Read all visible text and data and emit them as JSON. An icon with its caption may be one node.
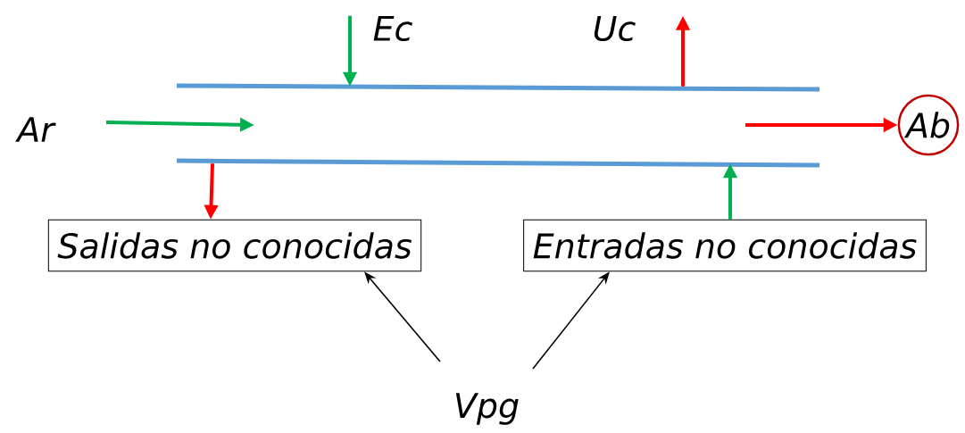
{
  "diagram": {
    "nodes": [
      {
        "text": [
          "Ec"
        ]
      },
      {
        "text": [
          "Uc"
        ]
      },
      {
        "text": [
          "Ar"
        ]
      },
      {
        "text": [],
        "shape": "pipe"
      },
      {
        "text": [
          "Ab"
        ]
      },
      {
        "text": [
          "Salidas no conocidas"
        ]
      },
      {
        "text": [
          "Entradas no conocidas"
        ]
      },
      {
        "text": [
          "Vpg"
        ]
      }
    ],
    "edges": [
      {
        "from": 0,
        "to": 3,
        "arrow": "to",
        "color": "#00b050"
      },
      {
        "from": 3,
        "to": 1,
        "arrow": "to",
        "color": "#ff0000"
      },
      {
        "from": 2,
        "to": 3,
        "arrow": "to",
        "color": "#00b050"
      },
      {
        "from": 3,
        "to": 4,
        "arrow": "to",
        "color": "#ff0000"
      },
      {
        "from": 3,
        "to": 5,
        "arrow": "to",
        "color": "#ff0000"
      },
      {
        "from": 6,
        "to": 3,
        "arrow": "to",
        "color": "#00b050"
      },
      {
        "from": 7,
        "to": 5,
        "arrow": "to",
        "color": "#000000"
      },
      {
        "from": 7,
        "to": 6,
        "arrow": "to",
        "color": "#000000"
      }
    ]
  }
}
